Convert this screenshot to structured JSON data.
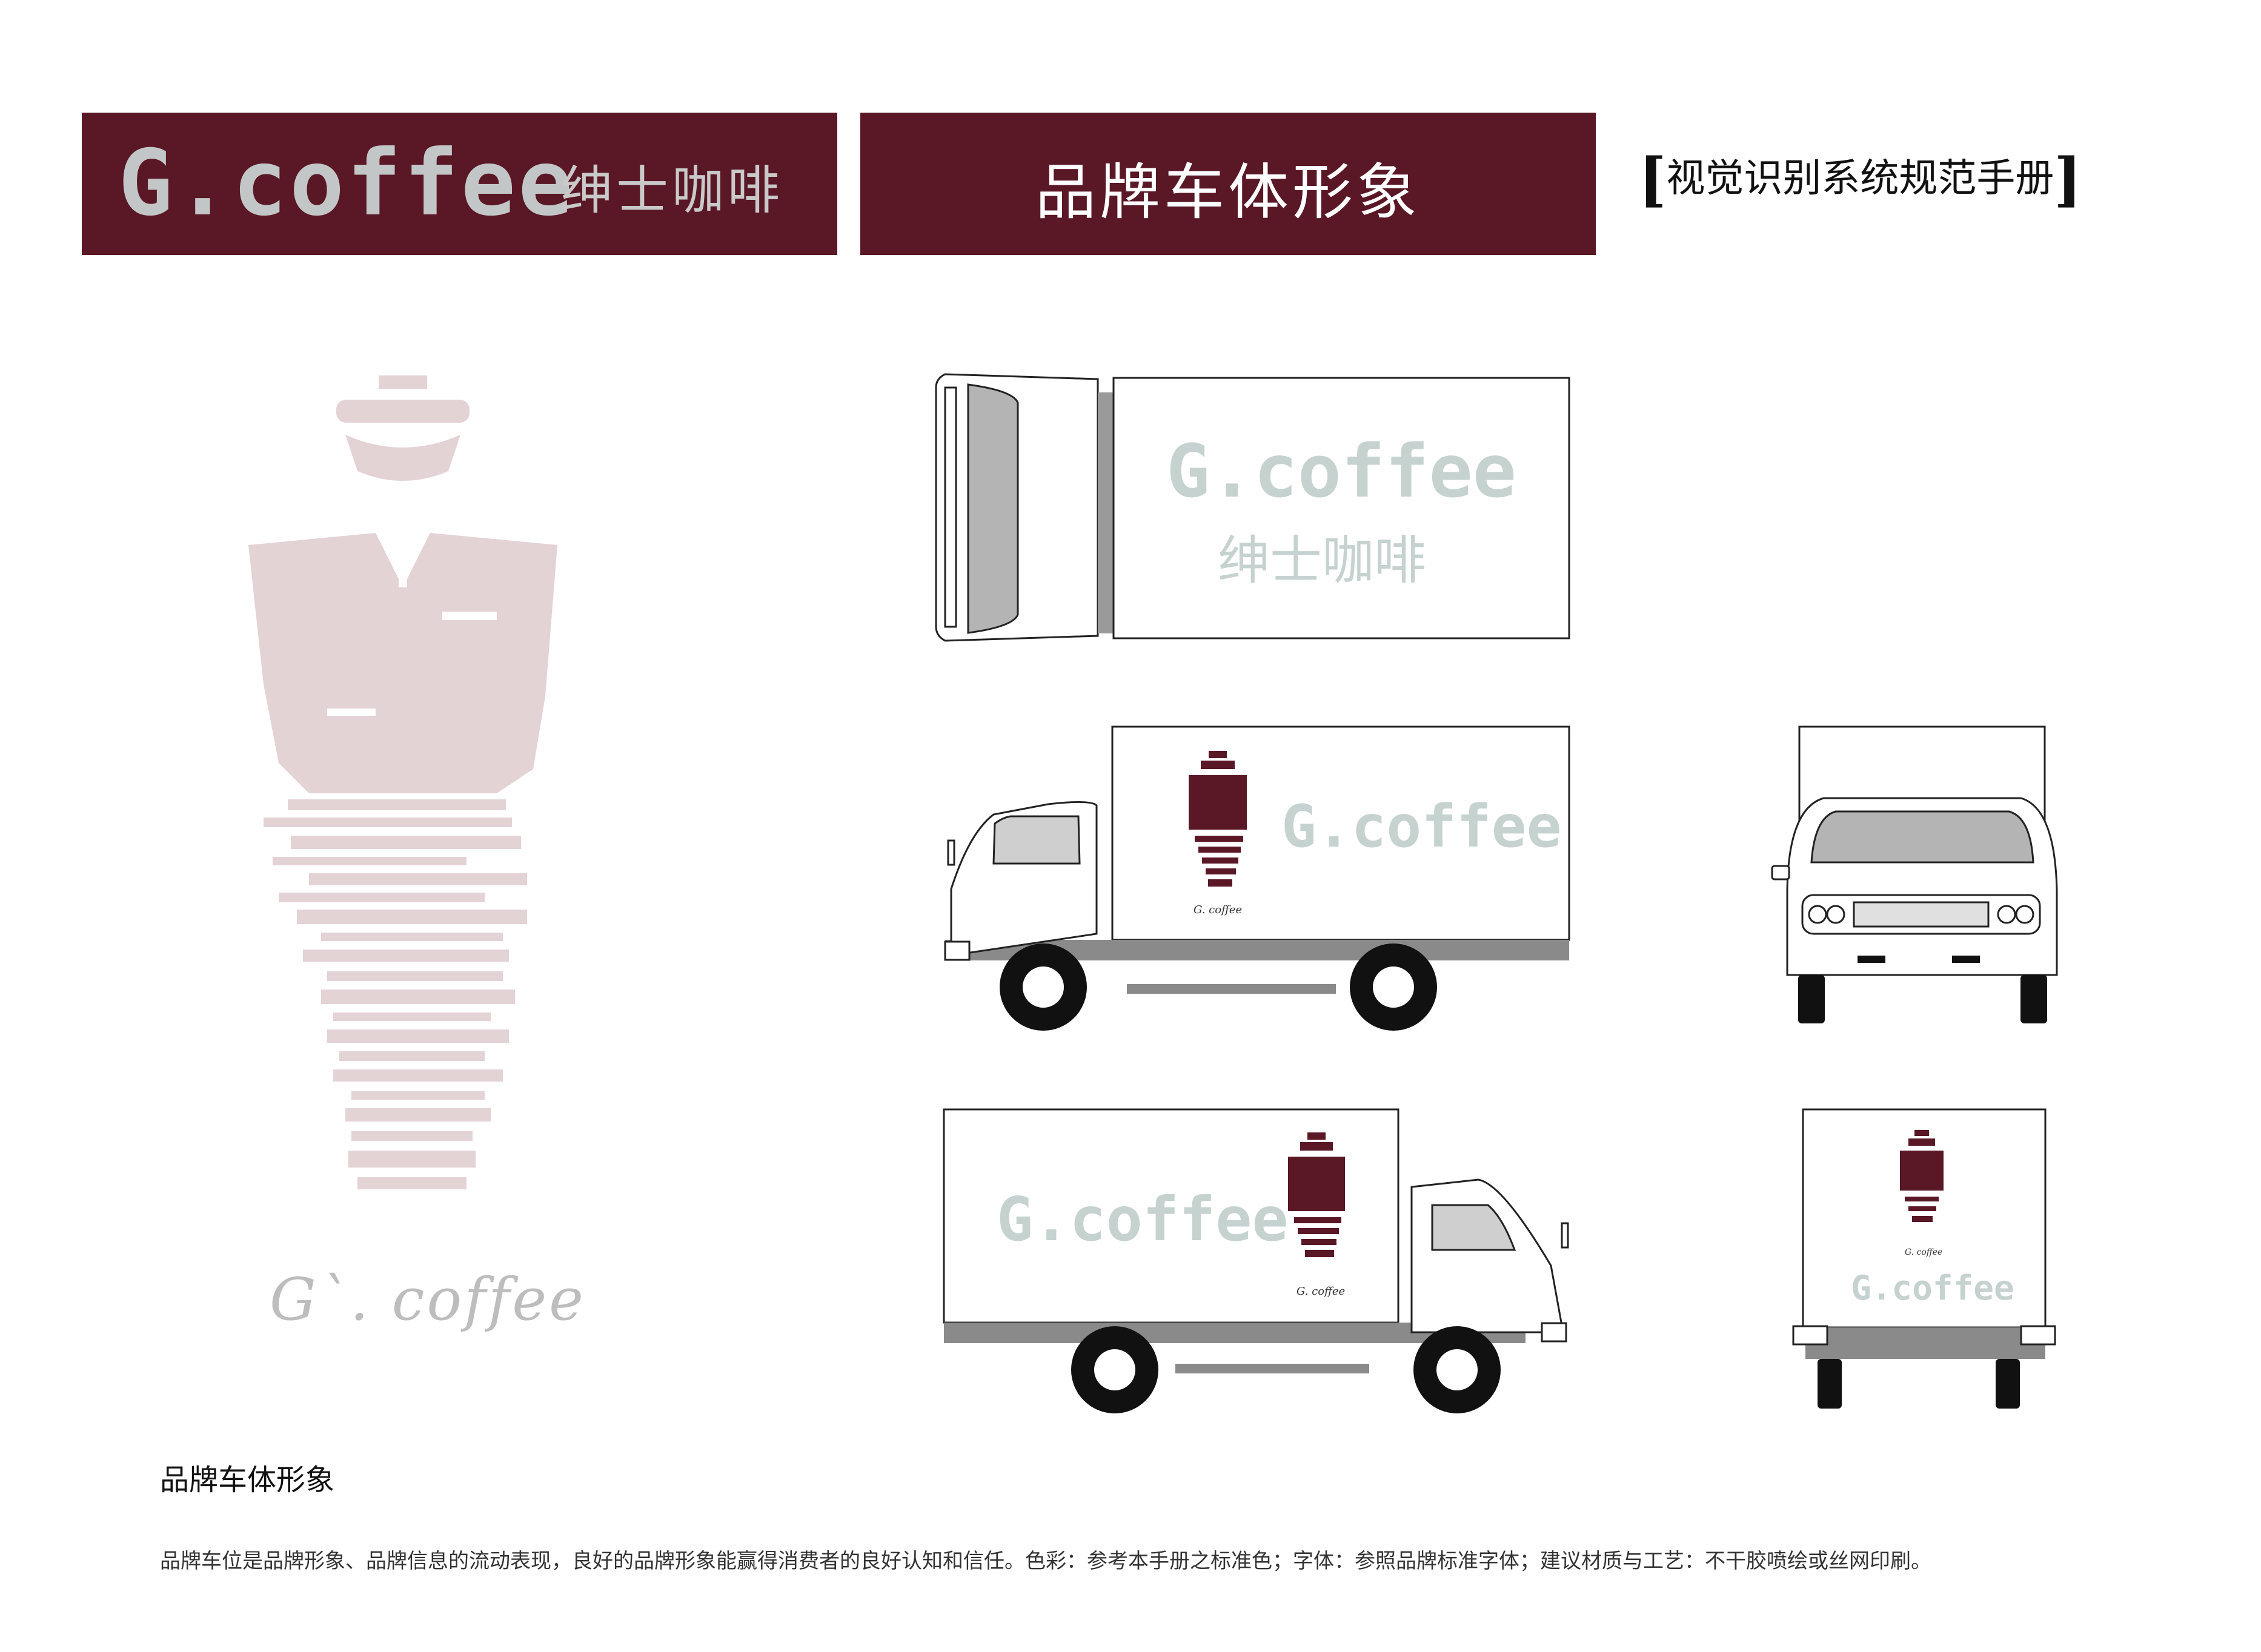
{
  "header": {
    "brand_logo_text": "G.coffee",
    "brand_name_cn": "绅士咖啡",
    "section_title": "品牌车体形象",
    "manual_title": "视觉识别系统规范手册"
  },
  "mascot": {
    "caption": "G`. coffee"
  },
  "truck_graphics": {
    "logo_text": "G.coffee",
    "brand_name_cn": "绅士咖啡",
    "mascot_caption": "G. coffee"
  },
  "footer": {
    "heading": "品牌车体形象",
    "description": "品牌车位是品牌形象、品牌信息的流动表现，良好的品牌形象能赢得消费者的良好认知和信任。色彩：参考本手册之标准色；字体：参照品牌标准字体；建议材质与工艺：不干胶喷绘或丝网印刷。"
  },
  "colors": {
    "brand_maroon": "#5a1726",
    "logo_teal_gray": "#c5d2d0",
    "mascot_pink": "#e3d3d5",
    "truck_chassis": "#8a8a8a"
  }
}
